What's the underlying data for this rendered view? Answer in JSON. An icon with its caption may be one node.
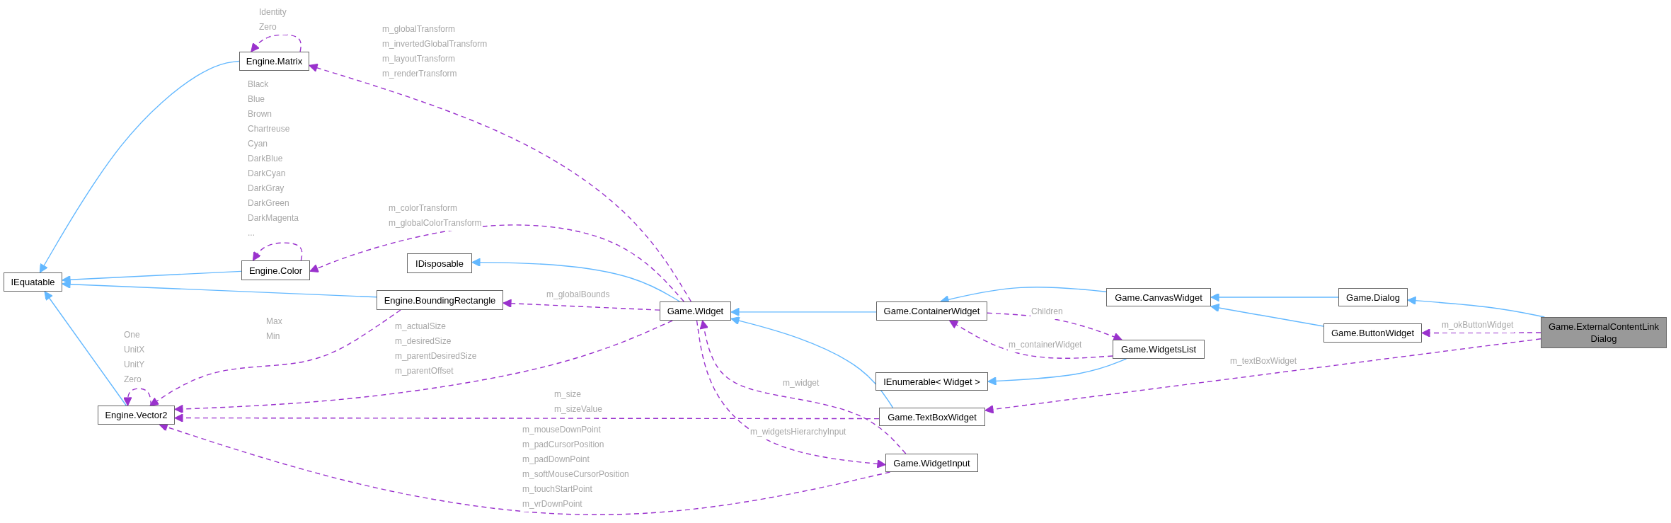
{
  "diagram": {
    "nodes": [
      {
        "text": [
          "IEquatable"
        ]
      },
      {
        "text": [
          "Engine.Matrix"
        ]
      },
      {
        "text": [
          "Engine.Color"
        ]
      },
      {
        "text": [
          "IDisposable"
        ]
      },
      {
        "text": [
          "Engine.BoundingRectangle"
        ]
      },
      {
        "text": [
          "Engine.Vector2"
        ]
      },
      {
        "text": [
          "Game.Widget"
        ]
      },
      {
        "text": [
          "Game.ContainerWidget"
        ]
      },
      {
        "text": [
          "Game.CanvasWidget"
        ]
      },
      {
        "text": [
          "Game.Dialog"
        ]
      },
      {
        "text": [
          "Game.ButtonWidget"
        ]
      },
      {
        "text": [
          "Game.ExternalContentLink Dialog"
        ]
      },
      {
        "text": [
          "Game.WidgetsList"
        ]
      },
      {
        "text": [
          "IEnumerable< Widget >"
        ]
      },
      {
        "text": [
          "Game.TextBoxWidget"
        ]
      },
      {
        "text": [
          "Game.WidgetInput"
        ]
      }
    ],
    "edges": [
      {
        "from": 1,
        "to": 0,
        "arrow": "to",
        "color": "#63b8ff"
      },
      {
        "from": 2,
        "to": 0,
        "arrow": "to",
        "color": "#63b8ff"
      },
      {
        "from": 4,
        "to": 0,
        "arrow": "to",
        "color": "#63b8ff"
      },
      {
        "from": 5,
        "to": 0,
        "arrow": "to",
        "color": "#63b8ff"
      },
      {
        "from": 1,
        "to": 1,
        "arrow": "to",
        "style": "dashed",
        "label": "Identity Zero"
      },
      {
        "from": 2,
        "to": 2,
        "arrow": "to",
        "style": "dashed",
        "label": "Black Blue Brown Chartreuse Cyan DarkBlue DarkCyan DarkGray DarkGreen DarkMagenta ..."
      },
      {
        "from": 5,
        "to": 5,
        "arrow": "to",
        "style": "dashed",
        "label": "One UnitX UnitY Zero"
      },
      {
        "from": 4,
        "to": 5,
        "arrow": "to",
        "style": "dashed",
        "label": "Max Min"
      },
      {
        "from": 6,
        "to": 1,
        "arrow": "to",
        "style": "dashed",
        "label": "m_globalTransform m_invertedGlobalTransform m_layoutTransform m_renderTransform"
      },
      {
        "from": 6,
        "to": 2,
        "arrow": "to",
        "style": "dashed",
        "label": "m_colorTransform m_globalColorTransform"
      },
      {
        "from": 6,
        "to": 3,
        "arrow": "to",
        "color": "#63b8ff"
      },
      {
        "from": 6,
        "to": 4,
        "arrow": "to",
        "style": "dashed",
        "label": "m_globalBounds"
      },
      {
        "from": 6,
        "to": 5,
        "arrow": "to",
        "style": "dashed",
        "label": "m_actualSize m_desiredSize m_parentDesiredSize m_parentOffset"
      },
      {
        "from": 7,
        "to": 6,
        "arrow": "to",
        "color": "#63b8ff"
      },
      {
        "from": 14,
        "to": 6,
        "arrow": "to",
        "color": "#63b8ff"
      },
      {
        "from": 14,
        "to": 5,
        "arrow": "to",
        "style": "dashed",
        "label": "m_size m_sizeValue"
      },
      {
        "from": 15,
        "to": 6,
        "arrow": "to",
        "style": "dashed",
        "label": "m_widget"
      },
      {
        "from": 6,
        "to": 15,
        "arrow": "to",
        "style": "dashed",
        "label": "m_widgetsHierarchyInput"
      },
      {
        "from": 15,
        "to": 5,
        "arrow": "to",
        "style": "dashed",
        "label": "m_mouseDownPoint m_padCursorPosition m_padDownPoint m_softMouseCursorPosition m_touchStartPoint m_vrDownPoint"
      },
      {
        "from": 8,
        "to": 7,
        "arrow": "to",
        "color": "#63b8ff"
      },
      {
        "from": 7,
        "to": 12,
        "arrow": "to",
        "style": "dashed",
        "label": "Children"
      },
      {
        "from": 12,
        "to": 7,
        "arrow": "to",
        "style": "dashed",
        "label": "m_containerWidget"
      },
      {
        "from": 12,
        "to": 13,
        "arrow": "to",
        "color": "#63b8ff"
      },
      {
        "from": 9,
        "to": 8,
        "arrow": "to",
        "color": "#63b8ff"
      },
      {
        "from": 10,
        "to": 8,
        "arrow": "to",
        "color": "#63b8ff"
      },
      {
        "from": 11,
        "to": 9,
        "arrow": "to",
        "color": "#63b8ff"
      },
      {
        "from": 11,
        "to": 10,
        "arrow": "to",
        "style": "dashed",
        "label": "m_okButtonWidget"
      },
      {
        "from": 11,
        "to": 14,
        "arrow": "to",
        "style": "dashed",
        "label": "m_textBoxWidget"
      }
    ]
  }
}
